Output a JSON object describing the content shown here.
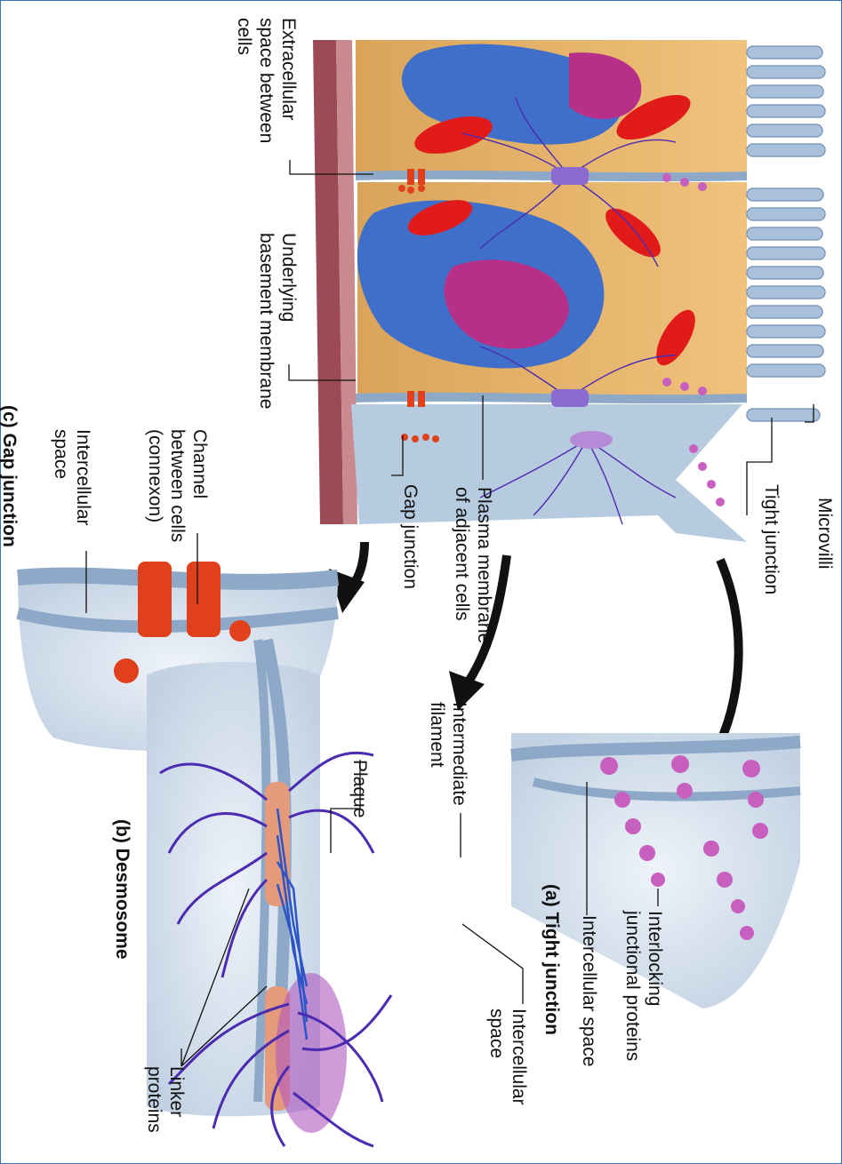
{
  "labels": {
    "extracellular": [
      "Extracellular",
      "space between",
      "cells"
    ],
    "basement": [
      "Underlying",
      "basement membrane"
    ],
    "microvilli": "Microvilli",
    "tight_junction": "Tight junction",
    "plasma_membrane": [
      "Plasma membrane",
      "of adjacent cells"
    ],
    "gap_junction": "Gap junction",
    "channel": [
      "Channel",
      "between cells",
      "(connexon)"
    ],
    "intercellular_c": [
      "Intercellular",
      "space"
    ],
    "panel_c_title": "(c) Gap junction",
    "intermediate_filament": [
      "Intermediate",
      "filament"
    ],
    "plaque": "Plaque",
    "panel_b_title": "(b) Desmosome",
    "linker": [
      "Linker",
      "proteins"
    ],
    "intercellular_b": [
      "Intercellular",
      "space"
    ],
    "interlocking": [
      "Interlocking",
      "junctional proteins"
    ],
    "intercellular_a": "Intercellular space",
    "panel_a_title": "(a) Tight junction"
  },
  "colors": {
    "cytoplasm": "#e7b56c",
    "membrane": "#a9c1da",
    "nucleus": "#3f6fc9",
    "nucleolus": "#b6308a",
    "mitochondria": "#e11a1a",
    "basement": "#9c4a55",
    "connexon": "#e0401c",
    "filament": "#4b2bb0",
    "plaque": "#e59a7c",
    "junction_protein": "#c75fbf"
  }
}
